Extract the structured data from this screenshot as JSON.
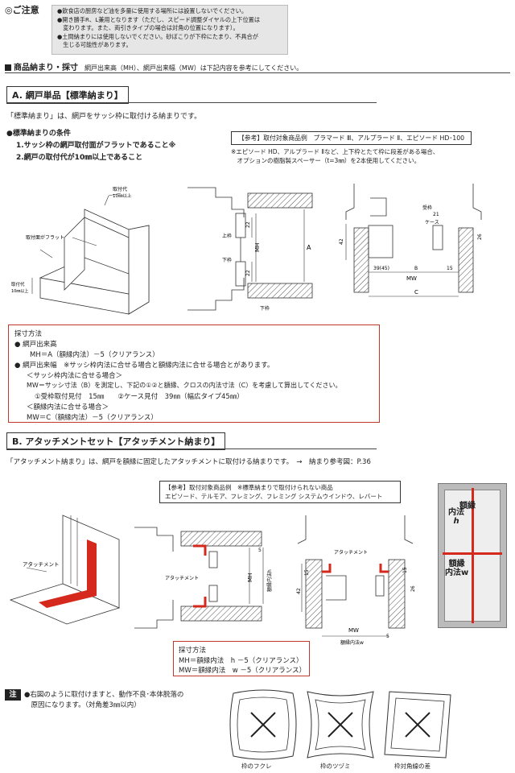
{
  "notice": {
    "label": "◎ご注意",
    "lines": [
      "●飲食店の厨房など油を多量に使用する場所には設置しないでください。",
      "●開き勝手R、L兼用となります（ただし、スピード調整ダイヤルの上下位置は",
      "　変わります。また、両引きタイプの場合は対角の位置になります）。",
      "●土間納まりには使用しないでください。砂ぼこりが下枠にたまり、不具合が",
      "　生じる可能性があります。"
    ]
  },
  "section_main": {
    "title": "商品納まり・採寸",
    "note": "網戸出来高（MH）、網戸出来幅（MW）は下記内容を参考にしてください。"
  },
  "sectionA": {
    "title": "A. 網戸単品【標準納まり】",
    "desc": "「標準納まり」は、網戸をサッシ枠に取付ける納まりです。",
    "cond_title": "●標準納まりの条件",
    "cond1": "1.サッシ枠の網戸取付面がフラットであること※",
    "cond2": "2.網戸の取付代が10㎜以上であること",
    "ref": "【参考】取付対象商品例　プラマード Ⅲ、アルプラード Ⅱ、エピソード HD･100",
    "ref_note1": "※エピソード HD、アルプラード Ⅱなど、上下枠とたて枠に段差がある場合、",
    "ref_note2": "　オプションの樹脂製スペーサー（t=3㎜）を2本使用してください。",
    "fig_labels": {
      "mount": "取付代",
      "mount_10": "10㎜以上",
      "flat": "取付面がフラット",
      "upper": "上枠",
      "lower": "下枠",
      "mh": "MH",
      "a": "A",
      "sill": "下枠",
      "d22a": "22",
      "d22b": "22",
      "receiver": "受枠",
      "case": "ケース",
      "d21": "21",
      "d42": "42",
      "d26": "26",
      "d3945": "39(45)",
      "b": "B",
      "d15": "15",
      "mw": "MW",
      "c": "C"
    },
    "measure": {
      "title": "採寸方法",
      "l1": "● 網戸出来高",
      "l2": "MH＝A（額縁内法）－5（クリアランス）",
      "l3": "● 網戸出来幅　※サッシ枠内法に合せる場合と額縁内法に合せる場合とがあります。",
      "l4": "＜サッシ枠内法に合せる場合＞",
      "l5": "MW＝サッシ寸法（B）を測定し、下記の①②と額縁、クロスの内法寸法（C）を考慮して算出してください。",
      "l6": "①受枠取付見付　15㎜　　②ケース見付　39㎜（幅広タイプ45㎜）",
      "l7": "＜額縁内法に合せる場合＞",
      "l8": "MW＝C（額縁内法）－5（クリアランス）"
    }
  },
  "sectionB": {
    "title": "B. アタッチメントセット【アタッチメント納まり】",
    "desc": "「アタッチメント納まり」は、網戸を額縁に固定したアタッチメントに取付ける納まりです。　→　納まり参考図：P.36",
    "ref_line1": "【参考】取付対象商品例　※標準納まりで取付けられない商品",
    "ref_line2": "エピソード、テルモア、フレミング、フレミング システムウインドウ、レバート",
    "fig_labels": {
      "attach": "アタッチメント",
      "attach2": "アタッチメント",
      "attach3": "アタッチメント",
      "mh": "MH",
      "frame_h": "額縁内法h",
      "d5a": "5",
      "d15": "15",
      "d42": "42",
      "d15b": "15",
      "d26": "26",
      "mw": "MW",
      "frame_w": "額縁内法w",
      "d5b": "5"
    },
    "measure": {
      "title": "採寸方法",
      "l1": "MH＝額縁内法　h －5（クリアランス）",
      "l2": "MW＝額縁内法　w －5（クリアランス）"
    },
    "window": {
      "v1": "額縁",
      "v2": "内法",
      "v3": "h",
      "h1": "額縁",
      "h2": "内法w"
    }
  },
  "caution": {
    "mark": "注",
    "line1": "●右図のように取付けますと、動作不良･本体脱落の",
    "line2": "　原因になります。（対角差3㎜以内）",
    "labels": [
      "枠のフクレ",
      "枠のツヅミ",
      "枠対角線の差"
    ]
  },
  "colors": {
    "red": "#d4291c",
    "hatch": "#555555",
    "notice_bg": "#e6e6e6"
  }
}
